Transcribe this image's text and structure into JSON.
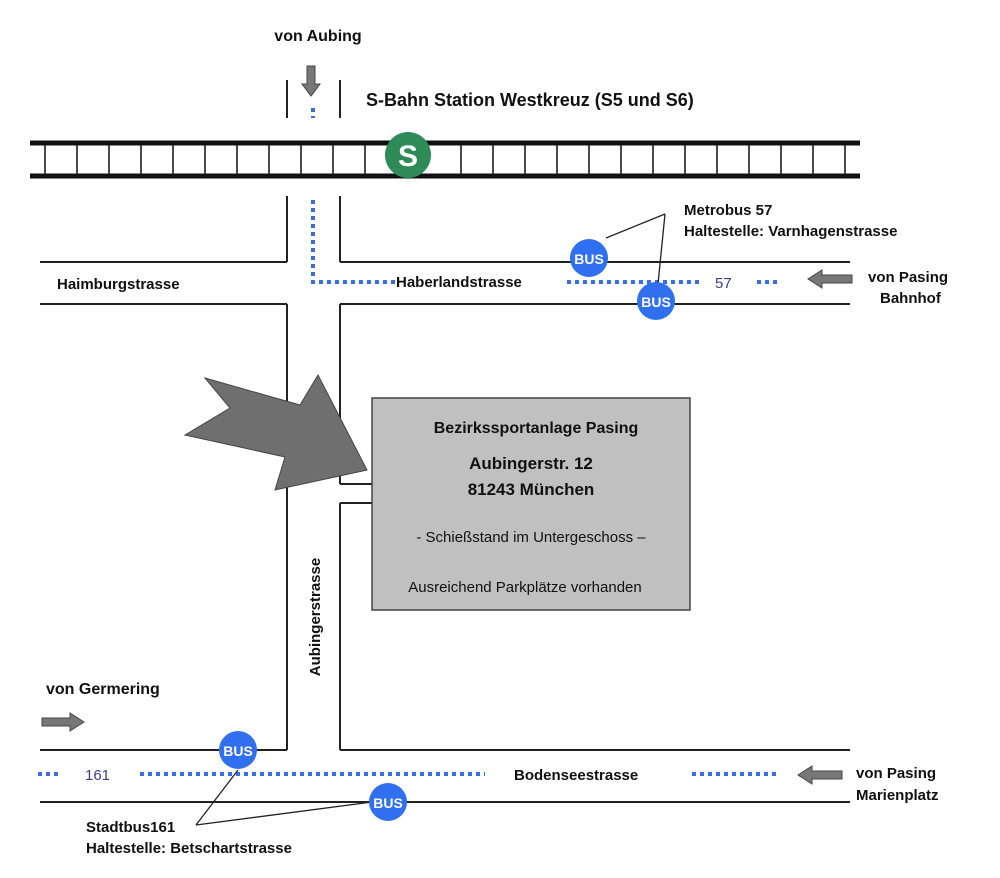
{
  "labels": {
    "from_aubing": "von Aubing",
    "station": "S-Bahn Station Westkreuz (S5 und S6)",
    "s_logo": "S",
    "metrobus_line": "Metrobus 57",
    "metrobus_stop": "Haltestelle: Varnhagenstrasse",
    "haimburg": "Haimburgstrasse",
    "haberland": "Haberlandstrasse",
    "route_57": "57",
    "from_pasing_bf_1": "von Pasing",
    "from_pasing_bf_2": "Bahnhof",
    "aubingerstrasse": "Aubingerstrasse",
    "from_germering": "von Germering",
    "route_161": "161",
    "bodensee": "Bodenseestrasse",
    "from_pasing_mp_1": "von Pasing",
    "from_pasing_mp_2": "Marienplatz",
    "stadtbus_line": "Stadtbus161",
    "stadtbus_stop": "Haltestelle: Betschartstrasse"
  },
  "bus_label": "BUS",
  "venue": {
    "name": "Bezirkssportanlage Pasing",
    "street": "Aubingerstr. 12",
    "city": "81243 München",
    "note": "- Schießstand im Untergeschoss –",
    "parking": "Ausreichend Parkplätze vorhanden"
  },
  "colors": {
    "road": "#222222",
    "bus_route_dots": "#3a6fe0",
    "bus_badge": "#2f6ff0",
    "s_bahn_logo": "#2e8b57",
    "venue_box": "#c0c0c0",
    "arrow": "#707070"
  }
}
